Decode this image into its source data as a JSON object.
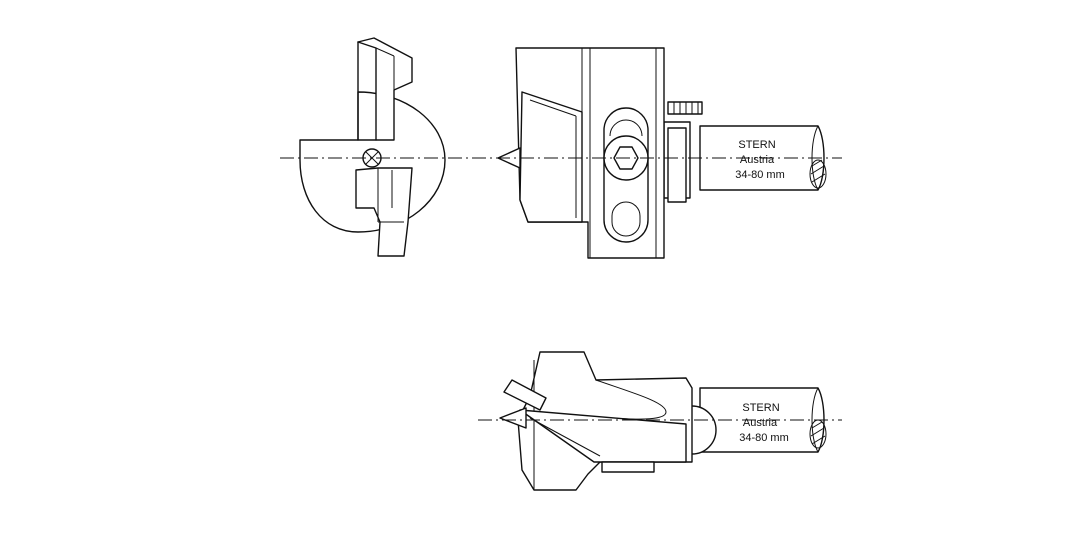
{
  "shank_top": {
    "brand": "STERN",
    "country": "Austria",
    "range": "34-80 mm"
  },
  "shank_bottom": {
    "brand": "STERN",
    "country": "Austria",
    "range": "34-80 mm"
  }
}
